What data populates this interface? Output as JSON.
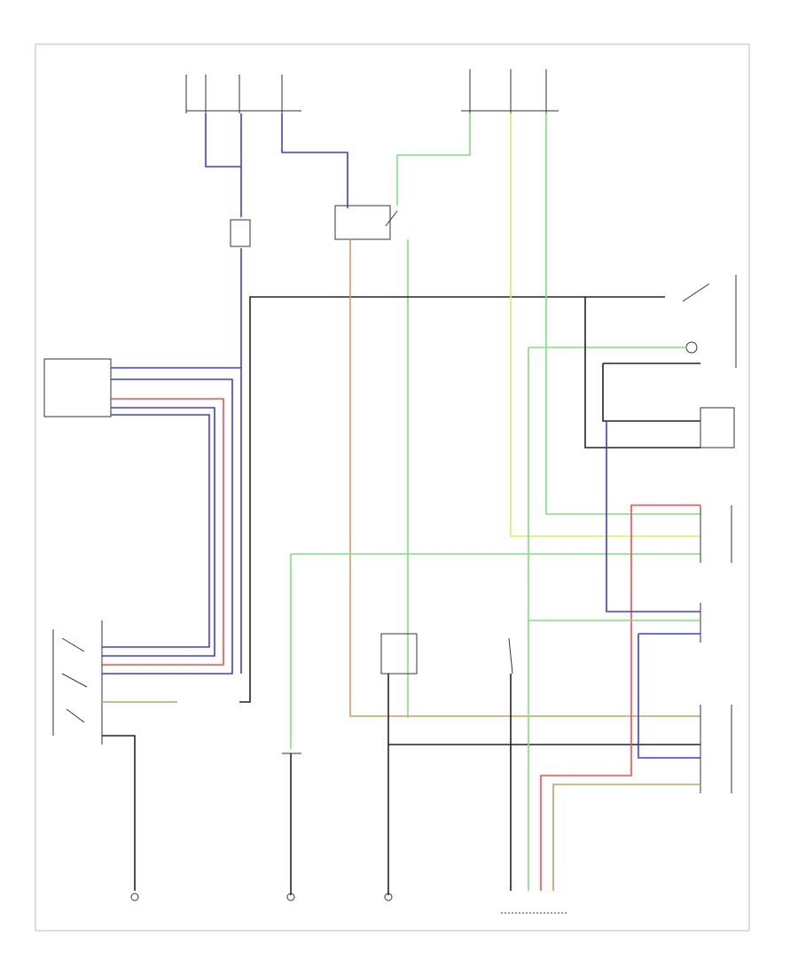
{
  "diagram": {
    "border_label": "",
    "components": [
      {
        "id": "fuse-block",
        "lines": [
          "",
          "",
          ""
        ]
      },
      {
        "id": "fuse-block-2",
        "lines": [
          "",
          "",
          ""
        ]
      },
      {
        "id": "ac-thermo-relay",
        "lines": [
          "",
          "",
          ""
        ]
      },
      {
        "id": "cooling-fan-relay",
        "lines": [
          "",
          "",
          ""
        ]
      },
      {
        "id": "mode-switch",
        "lines": [
          "",
          "",
          "",
          ""
        ]
      },
      {
        "id": "ac-pressure-switch",
        "lines": [
          ""
        ]
      },
      {
        "id": "ac-mode-switch",
        "lines": [
          "",
          ""
        ]
      },
      {
        "id": "ac-cut-relay",
        "lines": [
          "",
          ""
        ]
      },
      {
        "id": "fan-switch",
        "lines": [
          ""
        ]
      },
      {
        "id": "thermo-amp",
        "lines": [
          "",
          ""
        ]
      },
      {
        "id": "ac-compressor",
        "lines": [
          ""
        ]
      },
      {
        "id": "cooling-fan-motor",
        "lines": [
          "",
          "",
          "",
          "",
          ""
        ]
      },
      {
        "id": "dual-pressure-switch",
        "lines": [
          "",
          "",
          "",
          "",
          ""
        ]
      },
      {
        "id": "ecu",
        "lines": [
          "",
          "",
          "",
          "",
          ""
        ]
      },
      {
        "id": "ac-relay",
        "lines": [
          "",
          "",
          "",
          "",
          ""
        ]
      },
      {
        "id": "ground-left",
        "lines": [
          "",
          ""
        ]
      },
      {
        "id": "ground-mid",
        "lines": [
          ""
        ]
      },
      {
        "id": "ground-right",
        "lines": [
          "",
          ""
        ]
      },
      {
        "id": "ecm-bottom",
        "lines": [
          "",
          "",
          "",
          "",
          "",
          ""
        ]
      }
    ],
    "wire_colors": {
      "blue": "#3a3aff",
      "red": "#ff4a4a",
      "green": "#7fe07f",
      "yellow": "#e8e85a",
      "black": "#222222",
      "brown": "#c8a060",
      "gray": "#888888"
    }
  }
}
